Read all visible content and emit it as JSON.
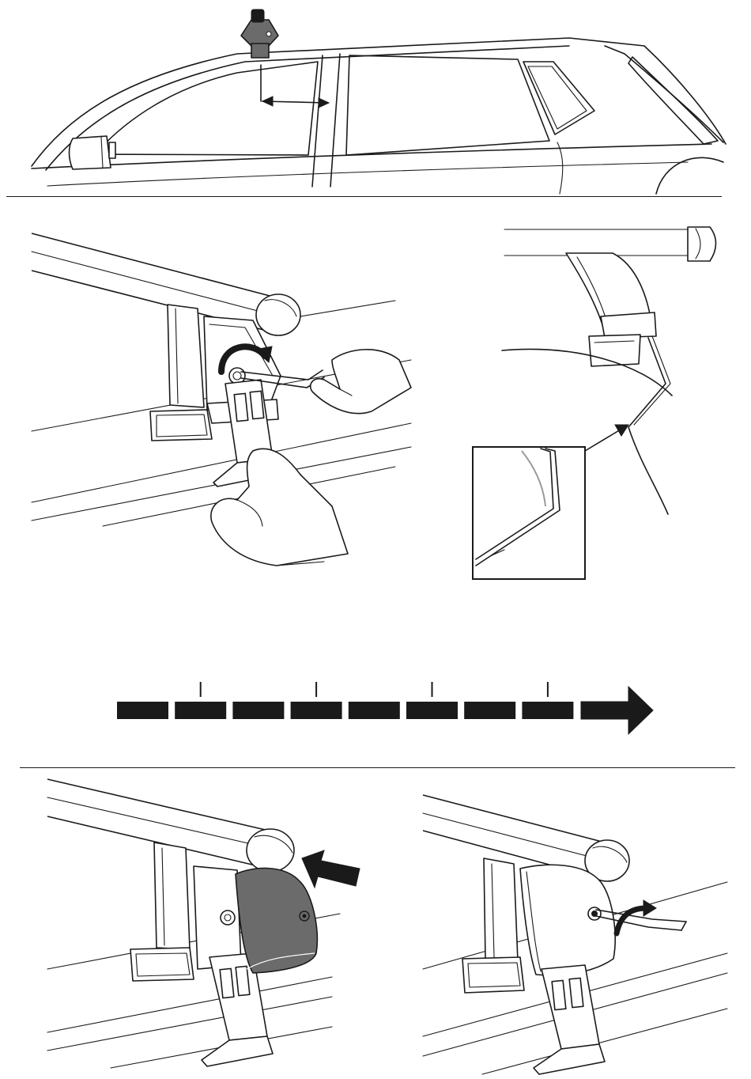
{
  "illustration": {
    "panels": [
      {
        "id": "car-side-view",
        "icon": "car-roof-side-view"
      },
      {
        "id": "tighten-foot-bolt",
        "icon": "hex-key-tighten"
      },
      {
        "id": "bracket-fit-detail",
        "icon": "magnified-bracket"
      },
      {
        "id": "progress-scale",
        "icon": "segmented-arrow"
      },
      {
        "id": "attach-cover",
        "icon": "cover-push-arrow"
      },
      {
        "id": "lock-cover",
        "icon": "hex-key-lock"
      }
    ],
    "progress_scale": {
      "segment_count": 8,
      "tick_segments": [
        2,
        4,
        6,
        8
      ]
    },
    "colors": {
      "line": "#1a1a1a",
      "cover_fill": "#6b6b6b",
      "background": "#ffffff"
    }
  }
}
